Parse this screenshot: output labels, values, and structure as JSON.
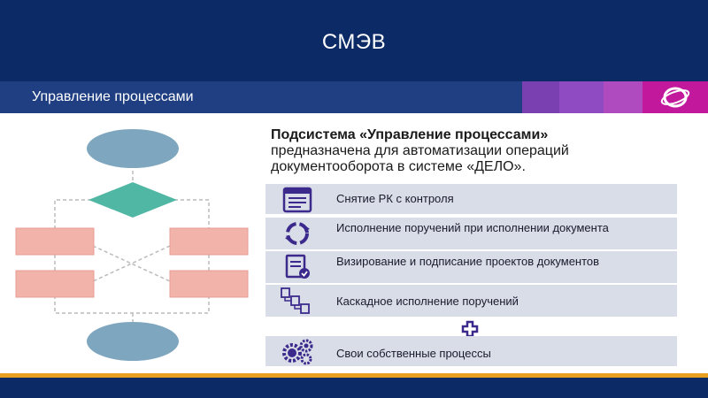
{
  "slide": {
    "title": "СМЭВ",
    "section_bar": "Управление процессами",
    "heading_bold": "Подсистема «Управление процессами»",
    "heading_rest": "предназначена для автоматизации операций документооборота в системе «ДЕЛО».",
    "items": [
      {
        "label": "Снятие РК с контроля",
        "icon": "document-list-icon"
      },
      {
        "label": "Исполнение поручений при исполнении документа",
        "icon": "cycle-arrows-icon"
      },
      {
        "label": "Визирование и подписание проектов документов",
        "icon": "document-check-icon"
      },
      {
        "label": "Каскадное исполнение поручений",
        "icon": "cascade-documents-icon"
      },
      {
        "label": "Свои собственные процессы",
        "icon": "gears-icon"
      }
    ],
    "colors": {
      "navy": "#0b2a66",
      "bar": "#1f3f82",
      "accent_purple": "#7a3fb0",
      "logo_magenta": "#c2189c",
      "icon_purple": "#3b2a8c",
      "row_bg": "#d9dde7",
      "flow_ellipse": "#7ea6bf",
      "flow_diamond": "#4fb7a3",
      "flow_box": "#f2b3aa"
    }
  }
}
